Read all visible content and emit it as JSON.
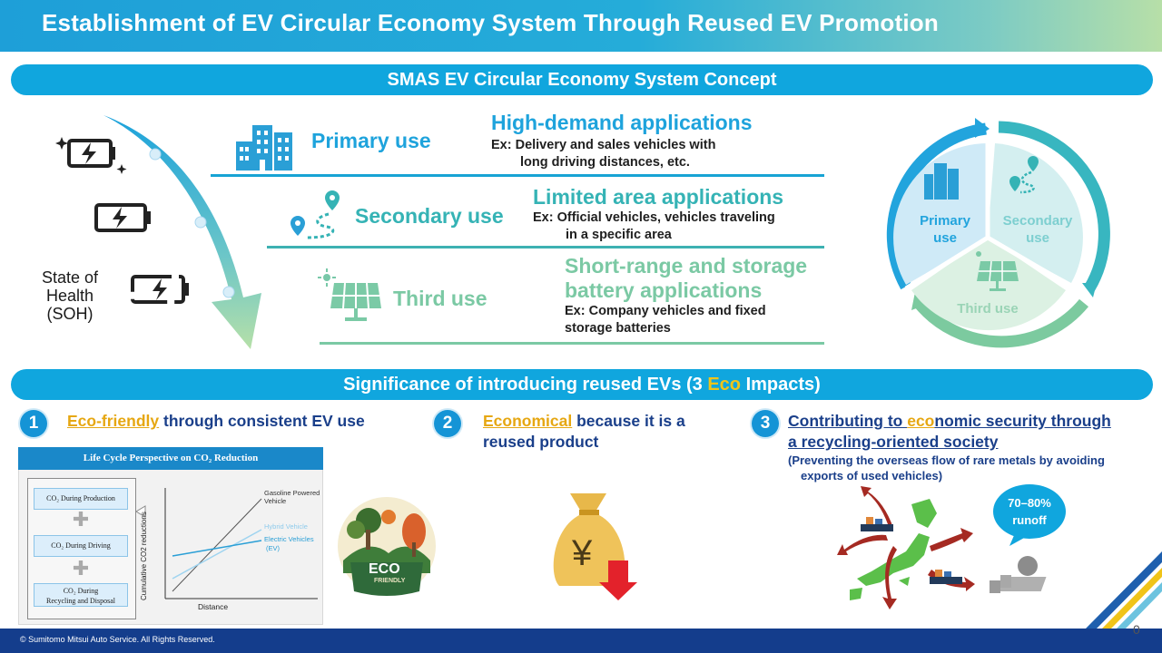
{
  "title": "Establishment of EV Circular Economy System Through Reused EV Promotion",
  "concept": {
    "heading": "SMAS EV Circular Economy System Concept",
    "soh_label": "State of Health (SOH)",
    "rows": [
      {
        "use": "Primary use",
        "app_title": "High-demand applications",
        "desc_line1": "Ex: Delivery and sales vehicles with",
        "desc_line2": "long driving distances, etc."
      },
      {
        "use": "Secondary use",
        "app_title": "Limited area applications",
        "desc_line1": "Ex: Official vehicles, vehicles traveling",
        "desc_line2": "in a specific area"
      },
      {
        "use": "Third use",
        "app_title_line1": "Short-range and storage",
        "app_title_line2": "battery applications",
        "desc_line1": "Ex: Company vehicles and fixed",
        "desc_line2": "storage batteries"
      }
    ],
    "cycle": {
      "primary_l1": "Primary",
      "primary_l2": "use",
      "secondary_l1": "Secondary",
      "secondary_l2": "use",
      "third": "Third use"
    }
  },
  "significance": {
    "heading_pre": "Significance of introducing reused EVs (3 ",
    "heading_eco": "Eco",
    "heading_post": " Impacts)",
    "items": [
      {
        "num": "1",
        "hl": "Eco-friendly",
        "rest": " through consistent EV use"
      },
      {
        "num": "2",
        "hl": "Economical",
        "rest_l1": " because it is a",
        "rest_l2": "reused product"
      },
      {
        "num": "3",
        "pre": "Contributing to ",
        "hl": "eco",
        "rest_l1": "nomic security through",
        "l2": "a recycling-oriented society",
        "sub_l1": "(Preventing the overseas flow of rare metals by avoiding",
        "sub_l2": "exports of used vehicles)"
      }
    ],
    "runoff_l1": "70–80%",
    "runoff_l2": "runoff",
    "eco_badge_text": "ECO",
    "eco_badge_sub": "FRIENDLY",
    "yen": "¥"
  },
  "lifecycle": {
    "title": "Life Cycle Perspective on CO₂ Reduction",
    "items": [
      "CO₂ During Production",
      "CO₂ During Driving",
      "CO₂ During",
      "Recycling and Disposal"
    ],
    "ylabel": "Cumulative CO2 reductions",
    "xlabel": "Distance",
    "series": [
      "Gasoline Powered",
      "Vehicle",
      "Hybrid Vehicle",
      "Electric Vehicles",
      "(EV)"
    ]
  },
  "footer": {
    "copyright": "© Sumitomo Mitsui Auto Service. All Rights Reserved.",
    "page": "0"
  },
  "colors": {
    "accent": "#10a6de",
    "navy": "#143d8c",
    "teal": "#5bbfb0",
    "eco_yellow": "#f0c419"
  }
}
